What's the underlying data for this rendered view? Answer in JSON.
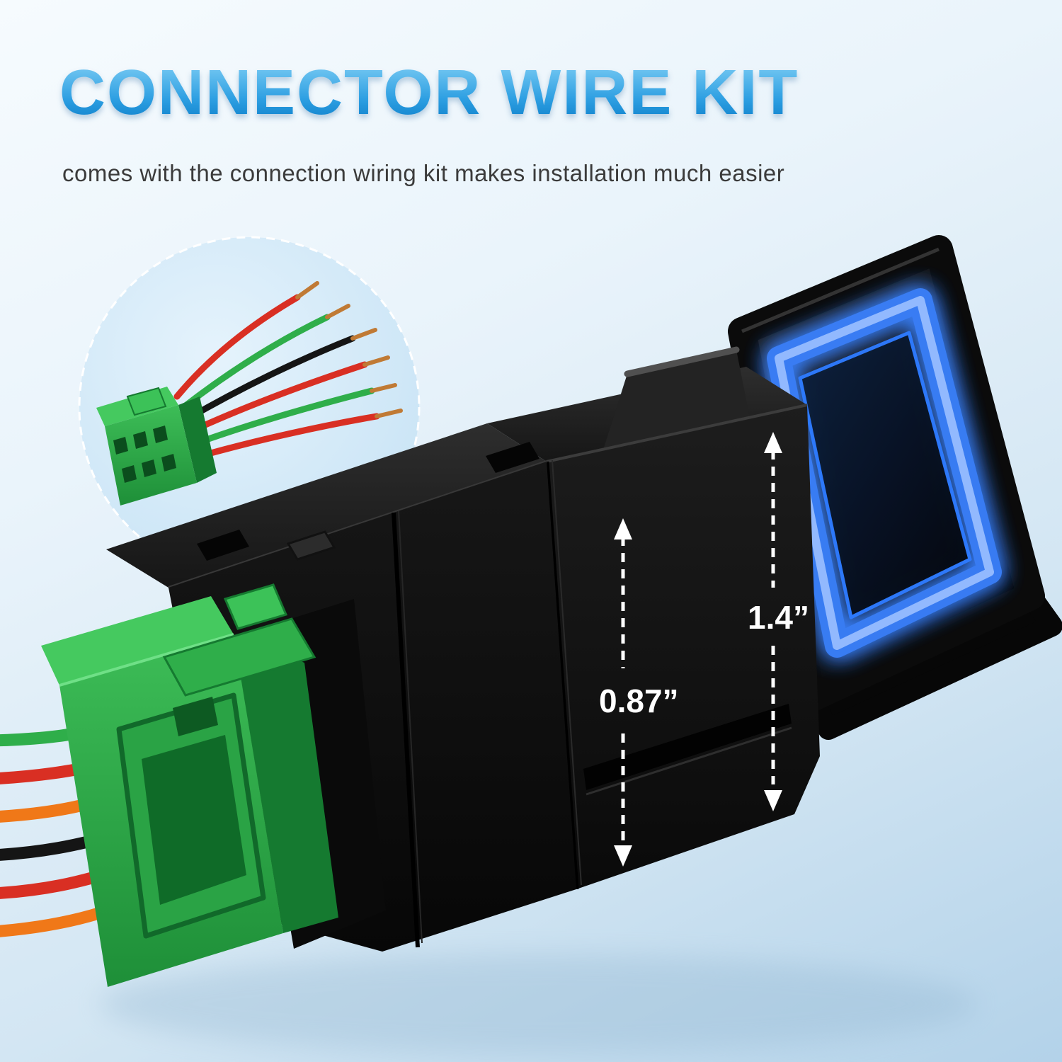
{
  "header": {
    "title": "CONNECTOR WIRE KIT",
    "subtitle": "comes with the connection wiring kit makes installation much easier"
  },
  "dimensions": {
    "small_label": "0.87”",
    "large_label": "1.4”"
  },
  "scene": {
    "inset_label": "connector-plug-with-pigtail-wires",
    "product_label": "illuminated-push-button-switch-with-harness"
  },
  "colors": {
    "title_blue_top": "#7ecdf4",
    "title_blue_bottom": "#0d7ec9",
    "subtitle_text": "#3b3b3b",
    "background_top": "#f6fbfe",
    "background_bottom": "#b3d2e9",
    "connector_green": "#2fae4a",
    "led_glow_blue": "#3b82ff",
    "switch_black": "#141414",
    "wire_red": "#d92f23",
    "wire_green": "#2fae4a",
    "wire_orange": "#f07818",
    "wire_black": "#151515",
    "copper_tip": "#c07a35",
    "dimension_text": "#ffffff"
  }
}
